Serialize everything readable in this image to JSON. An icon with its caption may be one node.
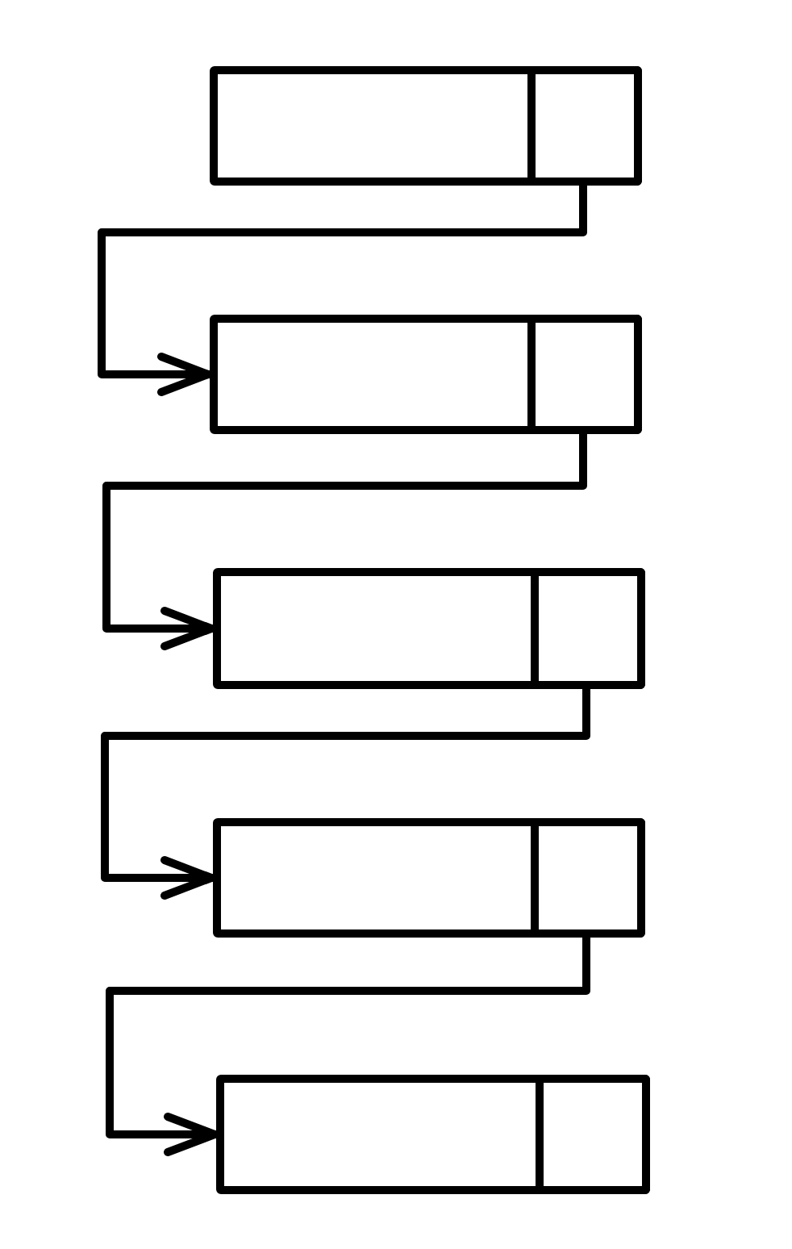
{
  "diagram": {
    "nodes": [
      {
        "text": [],
        "shape": "box"
      },
      {
        "text": [],
        "shape": "box",
        "in": 0
      },
      {
        "text": [],
        "shape": "box"
      },
      {
        "text": [],
        "shape": "box",
        "in": 2
      },
      {
        "text": [],
        "shape": "box"
      },
      {
        "text": [],
        "shape": "box",
        "in": 4
      },
      {
        "text": [],
        "shape": "box"
      },
      {
        "text": [],
        "shape": "box",
        "in": 6
      },
      {
        "text": [],
        "shape": "box"
      },
      {
        "text": [],
        "shape": "box",
        "in": 8
      }
    ],
    "edges": [
      {
        "from": 1,
        "to": 2,
        "arrow": "to"
      },
      {
        "from": 3,
        "to": 4,
        "arrow": "to"
      },
      {
        "from": 5,
        "to": 6,
        "arrow": "to"
      },
      {
        "from": 7,
        "to": 8,
        "arrow": "to"
      }
    ]
  }
}
